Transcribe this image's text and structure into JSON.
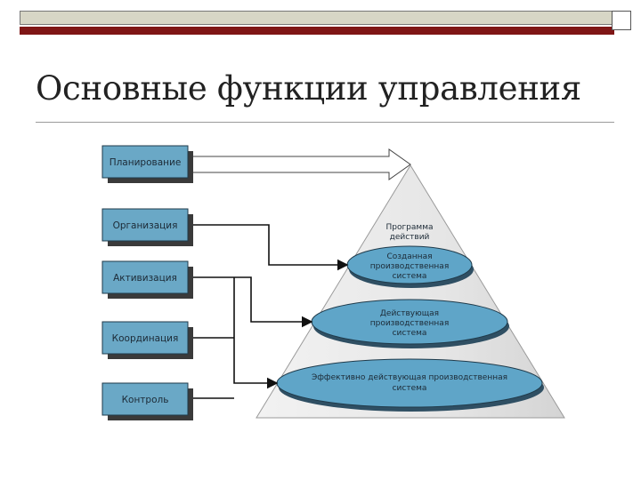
{
  "slide": {
    "title": "Основные функции управления"
  },
  "diagram": {
    "functions": [
      "Планирование",
      "Организация",
      "Активизация",
      "Координация",
      "Контроль"
    ],
    "pyramid": {
      "apex_label": [
        "Программа",
        "действий"
      ],
      "levels": [
        [
          "Созданная",
          "производственная",
          "система"
        ],
        [
          "Действующая",
          "производственная",
          "система"
        ],
        [
          "Эффективно действующая производственная",
          "система"
        ]
      ]
    }
  },
  "colors": {
    "box_fill": "#6aa8c6",
    "box_shadow": "#3a3a3a",
    "ellipse_fill": "#5fa5c8",
    "pyramid_fill": "#e7e7e7",
    "accent": "#7f1616"
  }
}
